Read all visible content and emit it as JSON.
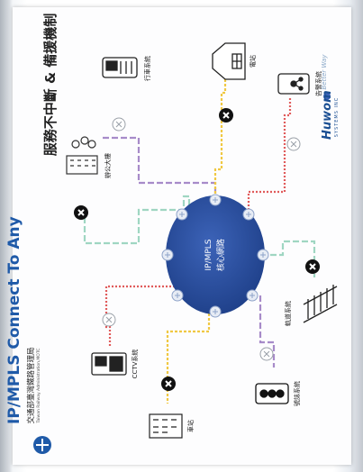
{
  "header": {
    "title": "IP/MPLS Connect To Any",
    "subtitle": "服務不中斷 & 備援機制",
    "agency_name": "交通部臺灣鐵路管理局",
    "agency_en": "Taiwan Railway Administration,MOTC",
    "brand": "Huwom",
    "brand_sub": "SYSTEMS INC",
    "brand_tag": "Better Way"
  },
  "core": {
    "line1": "IP/MPLS",
    "line2": "核心網路"
  },
  "systems": {
    "office": "辦公大樓",
    "train": "行車系統",
    "station": "電站",
    "alarm": "告警系統",
    "track": "軌道系統",
    "signal": "號誌系統",
    "ticket": "車站",
    "cctv": "CCTV系統"
  },
  "colors": {
    "accent": "#1f5aa8",
    "core": "#2a4c9c",
    "link_mint": "#9fd6c2",
    "link_purple": "#a78bc9",
    "link_yellow": "#f0c843",
    "link_red": "#e05b5b"
  }
}
